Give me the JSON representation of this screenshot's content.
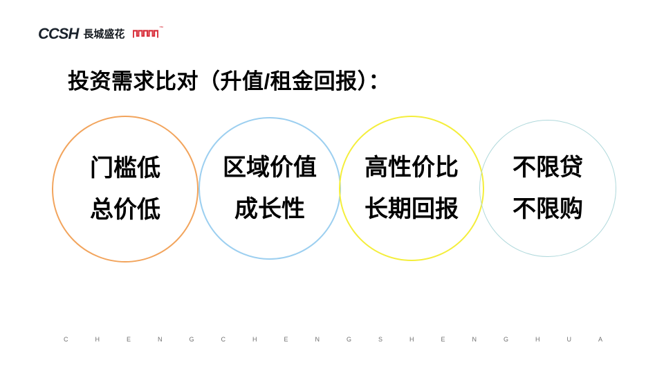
{
  "logo": {
    "latin": "CCSH",
    "chinese": "長城盛花",
    "trademark": "™",
    "brand_red": "#d9333f"
  },
  "title": "投资需求比对（升值/租金回报）：",
  "circles": [
    {
      "line1": "门槛低",
      "line2": "总价低",
      "border_color": "#f2a45c"
    },
    {
      "line1": "区域价值",
      "line2": "成长性",
      "border_color": "#9ccff0"
    },
    {
      "line1": "高性价比",
      "line2": "长期回报",
      "border_color": "#f4ee3b"
    },
    {
      "line1": "不限贷",
      "line2": "不限购",
      "border_color": "#afd8db"
    }
  ],
  "footer": {
    "letters": "CHENGCHENGSHENGHUA"
  }
}
